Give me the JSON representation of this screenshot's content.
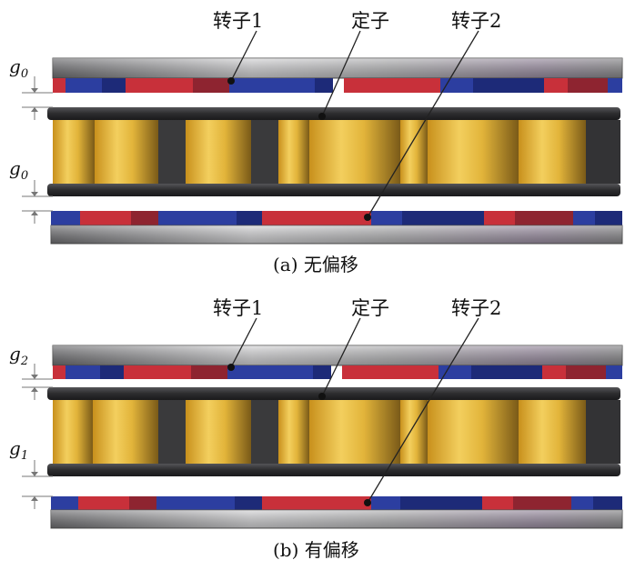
{
  "panel_a": {
    "labels": {
      "rotor1": "转子1",
      "stator": "定子",
      "rotor2": "转子2"
    },
    "caption": "(a) 无偏移",
    "gap_top": {
      "sym": "g",
      "sub": "0"
    },
    "gap_bottom": {
      "sym": "g",
      "sub": "0"
    }
  },
  "panel_b": {
    "labels": {
      "rotor1": "转子1",
      "stator": "定子",
      "rotor2": "转子2"
    },
    "caption": "(b) 有偏移",
    "gap_top": {
      "sym": "g",
      "sub": "2"
    },
    "gap_bottom": {
      "sym": "g",
      "sub": "1"
    }
  },
  "colors": {
    "magnet_red": "#c8303a",
    "magnet_red_dark": "#8e2430",
    "magnet_blue": "#2c3ea0",
    "magnet_blue_dark": "#1d2a78",
    "coil_gold": "#e2b43a",
    "stator_dark": "#2e2e30",
    "back_iron": "#a8a8aa"
  }
}
